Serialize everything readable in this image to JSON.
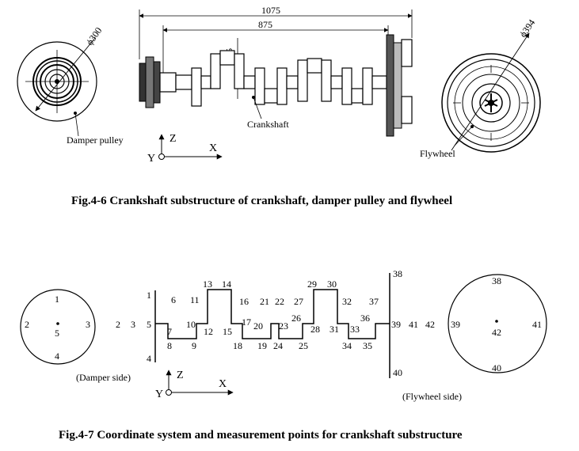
{
  "fig6": {
    "caption": "Fig.4-6 Crankshaft substructure of crankshaft, damper pulley and flywheel",
    "dim_overall": "1075",
    "dim_inner": "875",
    "dim_throw": "65",
    "damper_diameter": "ϕ300",
    "flywheel_diameter": "ϕ394",
    "label_damper": "Damper pulley",
    "label_crankshaft": "Crankshaft",
    "label_flywheel": "Flywheel",
    "axis_z": "Z",
    "axis_x": "X",
    "axis_y": "Y"
  },
  "fig7": {
    "caption": "Fig.4-7 Coordinate system and measurement points for crankshaft substructure",
    "label_damper_side": "(Damper side)",
    "label_flywheel_side": "(Flywheel side)",
    "axis_z": "Z",
    "axis_x": "X",
    "axis_y": "Y",
    "damper_points": [
      "1",
      "2",
      "3",
      "4",
      "5"
    ],
    "left_points": [
      "2",
      "3",
      "5"
    ],
    "flange_points": [
      "1",
      "4"
    ],
    "crank_points": [
      "6",
      "7",
      "8",
      "9",
      "10",
      "11",
      "12",
      "13",
      "14",
      "15",
      "16",
      "17",
      "18",
      "19",
      "20",
      "21",
      "22",
      "23",
      "24",
      "25",
      "26",
      "27",
      "28",
      "29",
      "30",
      "31",
      "32",
      "33",
      "34",
      "35",
      "36",
      "37"
    ],
    "flywheel_flange_points": [
      "38",
      "40"
    ],
    "right_points": [
      "39",
      "41",
      "42"
    ],
    "flywheel_points": [
      "38",
      "39",
      "40",
      "41",
      "42"
    ]
  }
}
